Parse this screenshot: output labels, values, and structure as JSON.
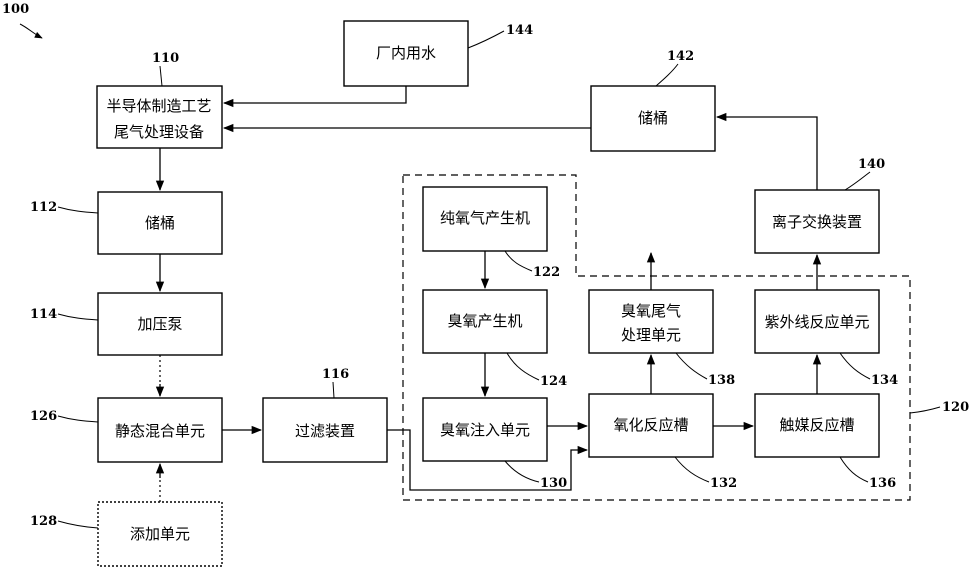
{
  "figure": {
    "figure_ref": "100",
    "boxes": {
      "equip": {
        "ref": "110",
        "line1": "半导体制造工艺",
        "line2": "尾气处理设备"
      },
      "tank1": {
        "ref": "112",
        "label": "储桶"
      },
      "pump": {
        "ref": "114",
        "label": "加压泵"
      },
      "mixer": {
        "ref": "126",
        "label": "静态混合单元"
      },
      "additive": {
        "ref": "128",
        "label": "添加单元"
      },
      "filter": {
        "ref": "116",
        "label": "过滤装置"
      },
      "o2gen": {
        "ref": "122",
        "label": "纯氧气产生机"
      },
      "o3gen": {
        "ref": "124",
        "label": "臭氧产生机"
      },
      "o3inject": {
        "ref": "130",
        "label": "臭氧注入单元"
      },
      "oxtank": {
        "ref": "132",
        "label": "氧化反应槽"
      },
      "o3tail": {
        "ref": "138",
        "line1": "臭氧尾气",
        "line2": "处理单元"
      },
      "catalyst": {
        "ref": "136",
        "label": "触媒反应槽"
      },
      "uv": {
        "ref": "134",
        "label": "紫外线反应单元"
      },
      "ionex": {
        "ref": "140",
        "label": "离子交换装置"
      },
      "tank2": {
        "ref": "142",
        "label": "储桶"
      },
      "water": {
        "ref": "144",
        "label": "厂内用水"
      }
    },
    "unit_ref": "120"
  }
}
